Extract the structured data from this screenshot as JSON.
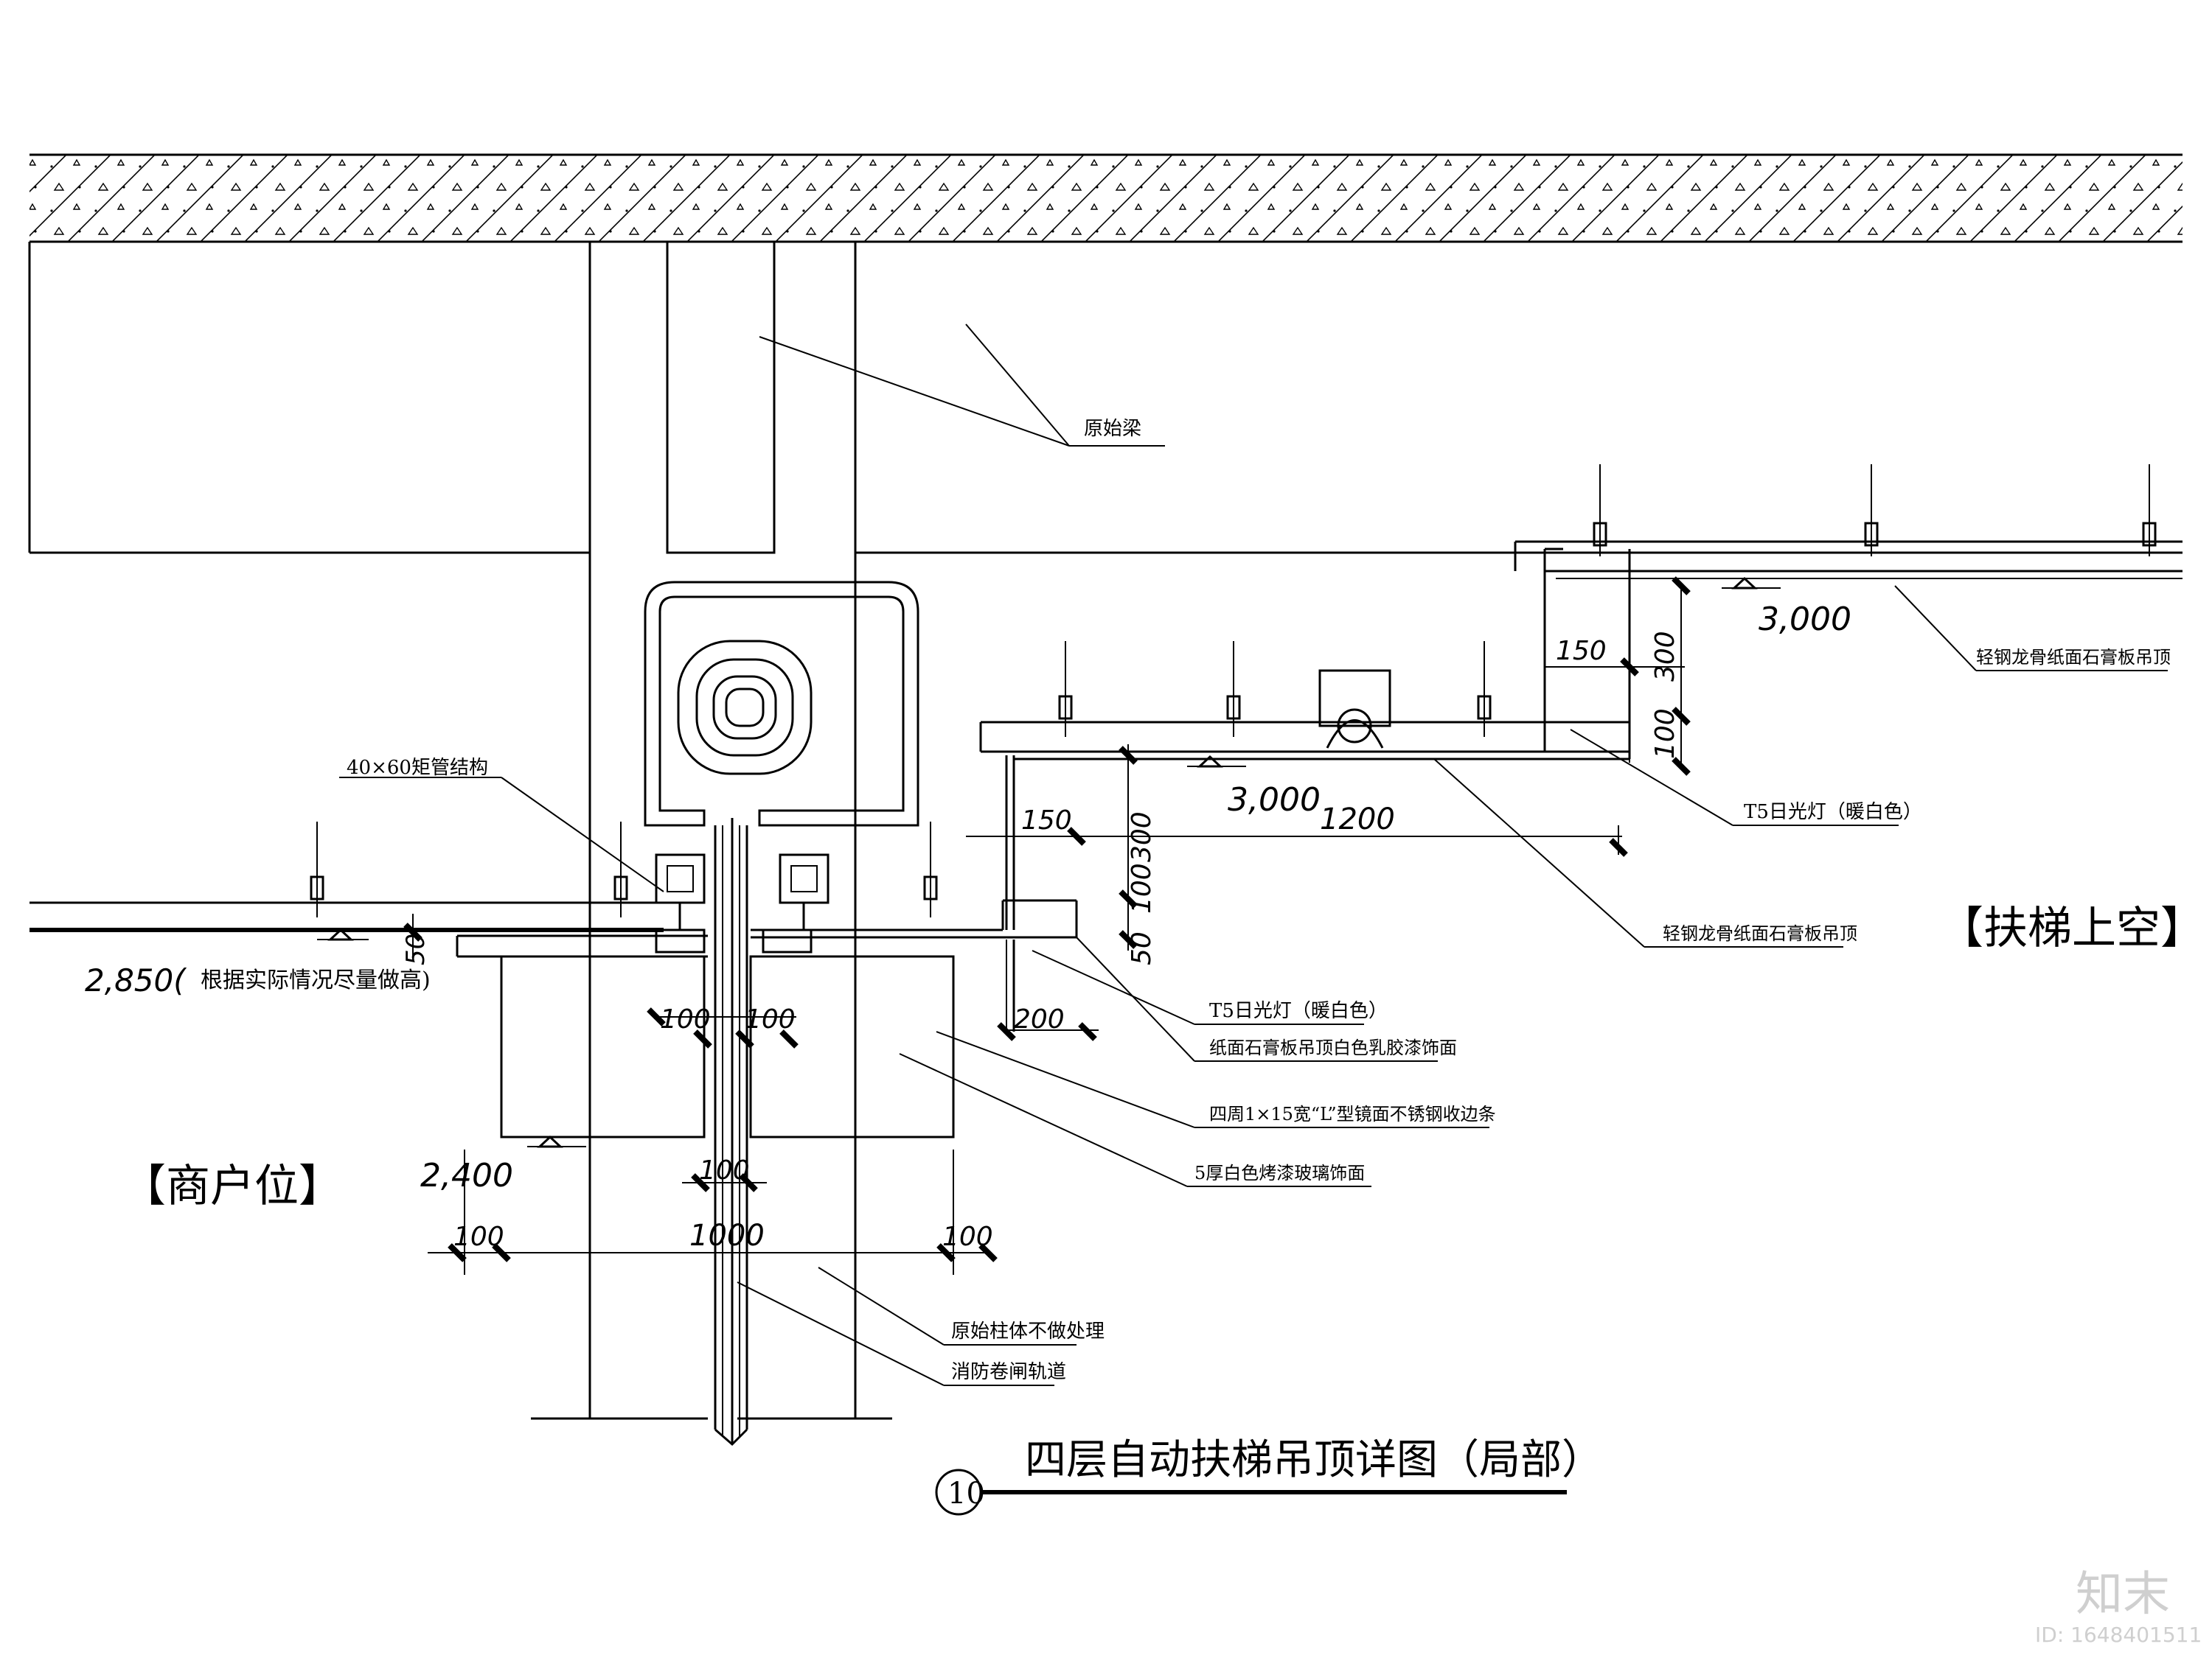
{
  "drawing": {
    "title": "四层自动扶梯吊顶详图（局部）",
    "number": "10",
    "left_zone": "【商户位】",
    "right_zone": "【扶梯上空】"
  },
  "callouts": {
    "beam": "原始梁",
    "tube": "40×60矩管结构",
    "ceiling_upper": "轻钢龙骨纸面石膏板吊顶",
    "light_upper": "T5日光灯（暖白色）",
    "ceiling_mid": "轻钢龙骨纸面石膏板吊顶",
    "light_lower": "T5日光灯（暖白色）",
    "finish_paint": "纸面石膏板吊顶白色乳胶漆饰面",
    "edge_strip": "四周1×15宽“L”型镜面不锈钢收边条",
    "glass": "5厚白色烤漆玻璃饰面",
    "column": "原始柱体不做处理",
    "shutter": "消防卷闸轨道"
  },
  "dimensions": {
    "elev_upper": "3,000",
    "elev_mid": "3,000",
    "elev_left": "2,850(",
    "elev_left_note": "根据实际情况尽量做高)",
    "elev_box": "2,400",
    "d150_upper": "150",
    "d300_upper": "300",
    "d100_upper": "100",
    "d150_mid": "150",
    "d1200": "1200",
    "d300_mid": "300",
    "d100_mid": "100",
    "d50_mid": "50",
    "d50_left": "50",
    "d200": "200",
    "d100_a": "100",
    "d100_b": "100",
    "d100_c": "100",
    "d100_d": "100",
    "d1000": "1000",
    "d100_e": "100"
  },
  "watermark": {
    "brand": "知末",
    "id": "ID: 1648401511"
  }
}
